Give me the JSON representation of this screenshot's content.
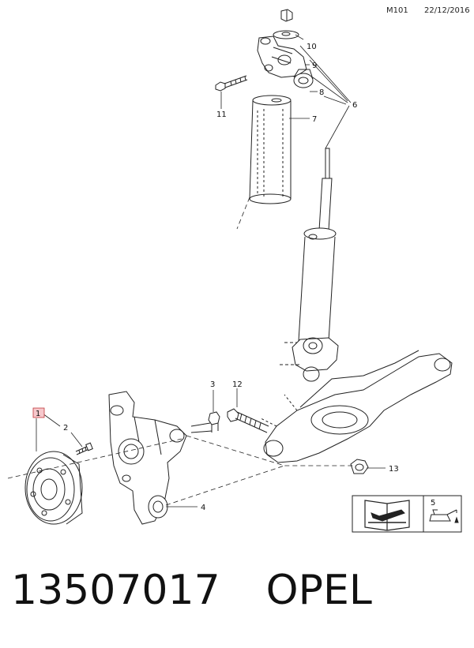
{
  "header": {
    "model": "M101",
    "date": "22/12/2016"
  },
  "callouts": [
    "1",
    "2",
    "3",
    "4",
    "5",
    "6",
    "7",
    "8",
    "9",
    "10",
    "11",
    "12",
    "13"
  ],
  "footer": {
    "part_number": "13507017",
    "brand": "OPEL"
  },
  "colors": {
    "line": "#222222",
    "highlight_box_fill": "#f6c8cc",
    "highlight_box_stroke": "#c0393b"
  },
  "icons": [
    "service-manual-icon",
    "oil-can-icon"
  ]
}
